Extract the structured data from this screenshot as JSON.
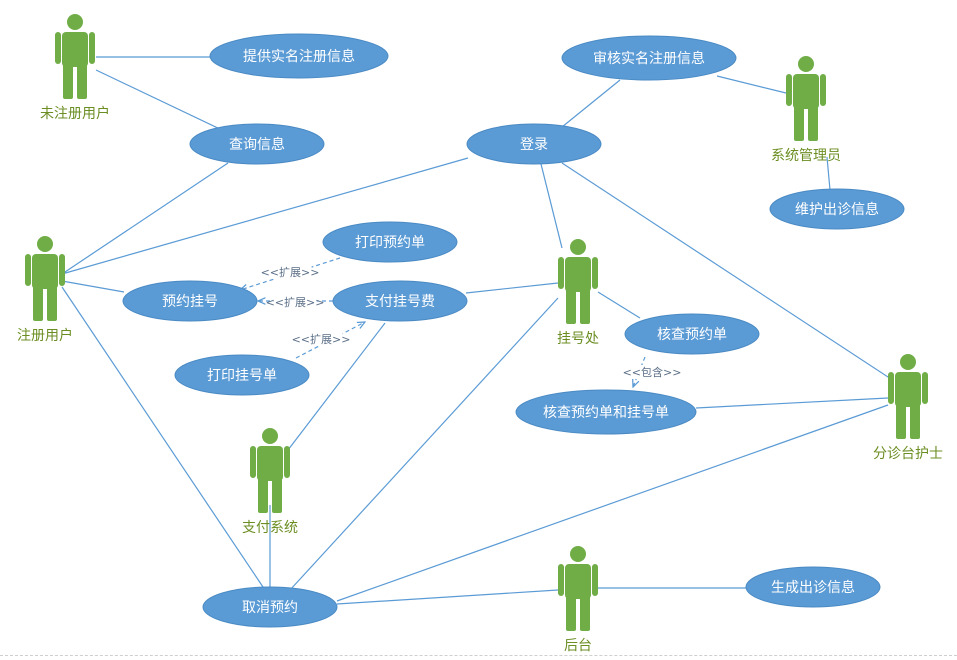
{
  "colors": {
    "actor": "#70ad47",
    "actor_label": "#6b8e23",
    "usecase_fill": "#5b9bd5",
    "usecase_text": "#ffffff",
    "line": "#5b9bd5"
  },
  "actors": [
    {
      "id": "unregistered",
      "name": "actor-unregistered-user",
      "label": "未注册用户"
    },
    {
      "id": "registered",
      "name": "actor-registered-user",
      "label": "注册用户"
    },
    {
      "id": "admin",
      "name": "actor-system-admin",
      "label": "系统管理员"
    },
    {
      "id": "registration",
      "name": "actor-registration-desk",
      "label": "挂号处"
    },
    {
      "id": "payment",
      "name": "actor-payment-system",
      "label": "支付系统"
    },
    {
      "id": "nurse",
      "name": "actor-triage-nurse",
      "label": "分诊台护士"
    },
    {
      "id": "backend",
      "name": "actor-backend",
      "label": "后台"
    }
  ],
  "use_cases": [
    {
      "id": "provide_info",
      "name": "usecase-provide-realname-info",
      "label": "提供实名注册信息"
    },
    {
      "id": "query_info",
      "name": "usecase-query-info",
      "label": "查询信息"
    },
    {
      "id": "review_info",
      "name": "usecase-review-realname-info",
      "label": "审核实名注册信息"
    },
    {
      "id": "login",
      "name": "usecase-login",
      "label": "登录"
    },
    {
      "id": "maintain",
      "name": "usecase-maintain-clinic-info",
      "label": "维护出诊信息"
    },
    {
      "id": "print_appt",
      "name": "usecase-print-appointment-slip",
      "label": "打印预约单"
    },
    {
      "id": "book",
      "name": "usecase-appointment-registration",
      "label": "预约挂号"
    },
    {
      "id": "pay",
      "name": "usecase-pay-registration-fee",
      "label": "支付挂号费"
    },
    {
      "id": "print_reg",
      "name": "usecase-print-registration-slip",
      "label": "打印挂号单"
    },
    {
      "id": "check_appt",
      "name": "usecase-check-appointment-slip",
      "label": "核查预约单"
    },
    {
      "id": "check_both",
      "name": "usecase-check-appointment-and-registration",
      "label": "核查预约单和挂号单"
    },
    {
      "id": "cancel",
      "name": "usecase-cancel-appointment",
      "label": "取消预约"
    },
    {
      "id": "generate",
      "name": "usecase-generate-clinic-info",
      "label": "生成出诊信息"
    }
  ],
  "associations": [
    [
      "unregistered",
      "provide_info"
    ],
    [
      "unregistered",
      "query_info"
    ],
    [
      "registered",
      "query_info"
    ],
    [
      "registered",
      "login"
    ],
    [
      "registered",
      "book"
    ],
    [
      "registered",
      "cancel"
    ],
    [
      "review_info",
      "login"
    ],
    [
      "review_info",
      "admin"
    ],
    [
      "admin",
      "maintain"
    ],
    [
      "login",
      "registration"
    ],
    [
      "login",
      "nurse"
    ],
    [
      "pay",
      "registration"
    ],
    [
      "pay",
      "payment"
    ],
    [
      "registration",
      "check_appt"
    ],
    [
      "registration",
      "cancel"
    ],
    [
      "check_both",
      "nurse"
    ],
    [
      "nurse",
      "cancel"
    ],
    [
      "payment",
      "cancel"
    ],
    [
      "cancel",
      "backend"
    ],
    [
      "backend",
      "generate"
    ]
  ],
  "relations": [
    {
      "name": "relation-extend-print-appointment",
      "label": "<<扩展>>"
    },
    {
      "name": "relation-extend-pay",
      "label": "<<扩展>>"
    },
    {
      "name": "relation-extend-print-registration",
      "label": "<<扩展>>"
    },
    {
      "name": "relation-include-check",
      "label": "<<包含>>"
    }
  ]
}
